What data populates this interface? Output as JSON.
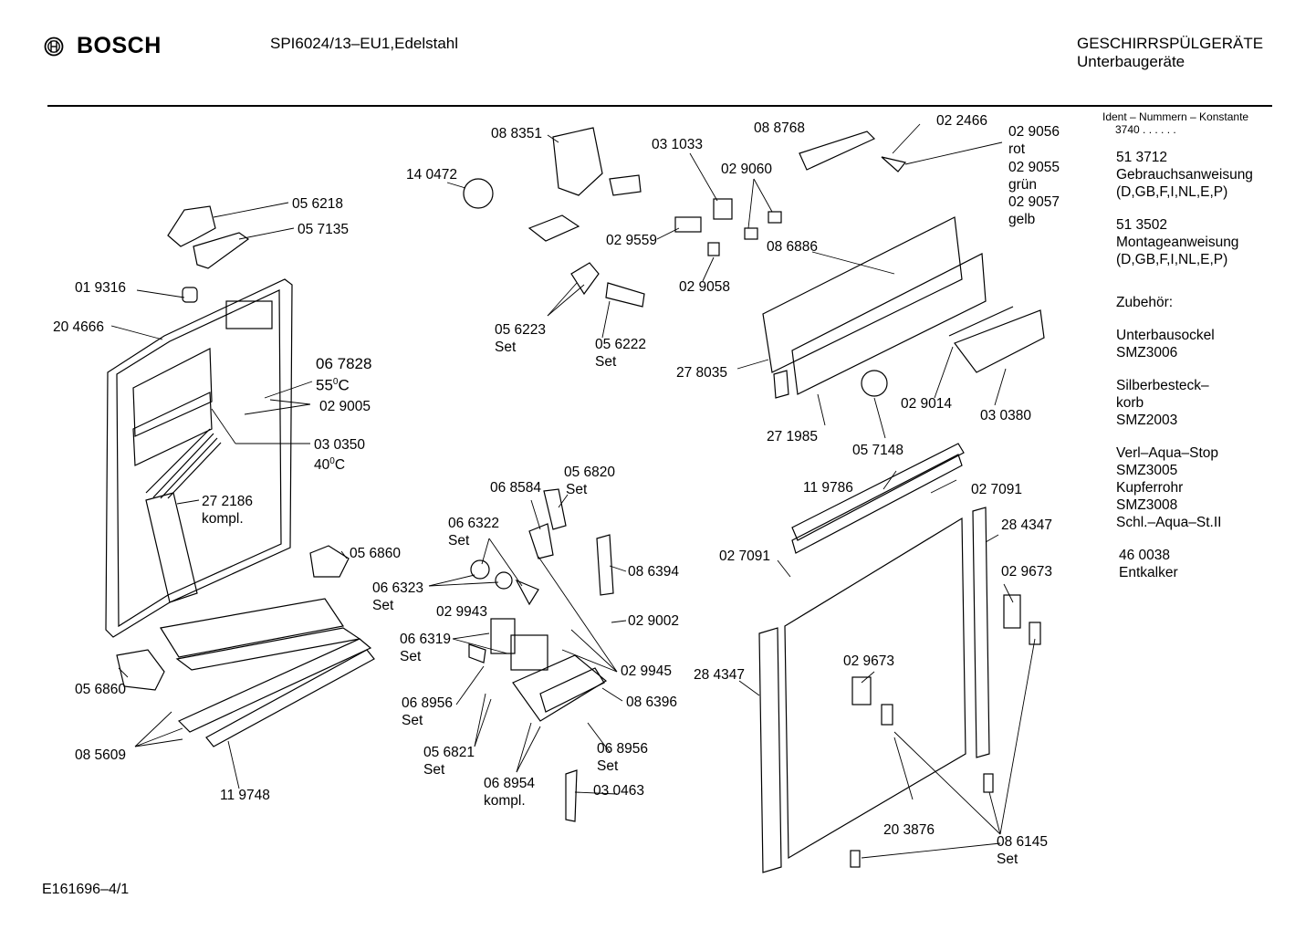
{
  "header": {
    "brand": "BOSCH",
    "model": "SPI6024/13–EU1,Edelstahl",
    "category_line1": "GESCHIRRSPÜLGERÄTE",
    "category_line2": "Unterbaugeräte"
  },
  "ident": {
    "heading": "Ident – Nummern – Konstante",
    "konstante": "3740 . . . . . ."
  },
  "sidebar": [
    {
      "lines": [
        "51 3712",
        "Gebrauchsanweisung",
        "(D,GB,F,I,NL,E,P)"
      ]
    },
    {
      "lines": [
        "51 3502",
        "Montageanweisung",
        "(D,GB,F,I,NL,E,P)"
      ]
    },
    {
      "lines": [
        "Zubehör:"
      ]
    },
    {
      "lines": [
        "Unterbausockel",
        "SMZ3006"
      ]
    },
    {
      "lines": [
        "Silberbesteck–",
        "korb",
        "SMZ2003"
      ]
    },
    {
      "lines": [
        "Verl–Aqua–Stop",
        "SMZ3005",
        "Kupferrohr",
        "SMZ3008",
        "Schl.–Aqua–St.II"
      ]
    },
    {
      "lines": [
        "46 0038",
        "Entkalker"
      ]
    }
  ],
  "parts": {
    "p056218": "05 6218",
    "p057135": "05 7135",
    "p019316": "01 9316",
    "p204666": "20 4666",
    "p067828": "06 7828",
    "p067828_temp": "55",
    "p067828_unit": "C",
    "p029005": "02 9005",
    "p030350": "03 0350",
    "p030350_temp": "40",
    "p030350_unit": "C",
    "p272186": "27 2186",
    "p272186_note": "kompl.",
    "p056860a": "05 6860",
    "p056860b": "05 6860",
    "p085609": "08 5609",
    "p119748": "11 9748",
    "p140472": "14 0472",
    "p088351": "08 8351",
    "p031033": "03 1033",
    "p029060": "02 9060",
    "p029559": "02 9559",
    "p029058": "02 9058",
    "p056223": "05 6223",
    "p056223_note": "Set",
    "p056222": "05 6222",
    "p056222_note": "Set",
    "p088768": "08 8768",
    "p022466": "02 2466",
    "p029056": "02 9056",
    "p029056_note": "rot",
    "p029055": "02 9055",
    "p029055_note": "grün",
    "p029057": "02 9057",
    "p029057_note": "gelb",
    "p086886": "08 6886",
    "p278035": "27 8035",
    "p271985": "27 1985",
    "p057148": "05 7148",
    "p029014": "02 9014",
    "p030380": "03 0380",
    "p068584": "06 8584",
    "p056820": "05 6820",
    "p056820_note": "Set",
    "p066322": "06 6322",
    "p066322_note": "Set",
    "p066323": "06 6323",
    "p066323_note": "Set",
    "p086394": "08 6394",
    "p029002": "02 9002",
    "p029943": "02 9943",
    "p066319": "06 6319",
    "p066319_note": "Set",
    "p029945": "02 9945",
    "p068956a": "06 8956",
    "p068956a_note": "Set",
    "p086396": "08 6396",
    "p056821": "05 6821",
    "p056821_note": "Set",
    "p068956b": "06 8956",
    "p068956b_note": "Set",
    "p068954": "06 8954",
    "p068954_note": "kompl.",
    "p030463": "03 0463",
    "p119786": "11 9786",
    "p027091a": "02 7091",
    "p027091b": "02 7091",
    "p284347a": "28 4347",
    "p284347b": "28 4347",
    "p029673a": "02 9673",
    "p029673b": "02 9673",
    "p203876": "20 3876",
    "p086145": "08 6145",
    "p086145_note": "Set"
  },
  "footer": {
    "doc_id": "E161696–4/1"
  }
}
